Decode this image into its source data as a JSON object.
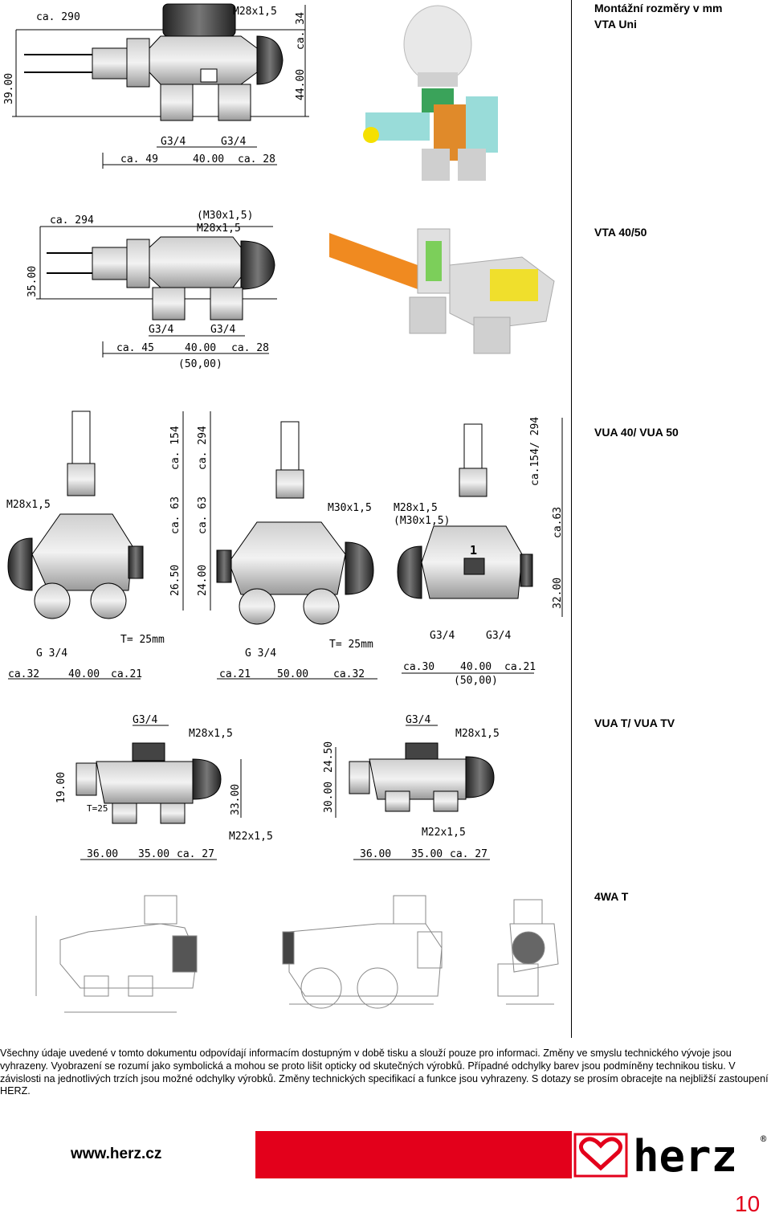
{
  "labels": {
    "vta_uni_line1": "Montážní rozměry v mm",
    "vta_uni_line2": "VTA Uni",
    "vta_4050": "VTA 40/50",
    "vua_4050": "VUA 40/ VUA 50",
    "vua_t": "VUA T/ VUA TV",
    "wa4t": "4WA T"
  },
  "dims": {
    "vta_uni": {
      "ca290": "ca. 290",
      "m28": "M28x1,5",
      "ca34": "ca. 34",
      "h39": "39.00",
      "h44": "44.00",
      "g34a": "G3/4",
      "g34b": "G3/4",
      "ca49": "ca. 49",
      "w40": "40.00",
      "ca28": "ca. 28"
    },
    "vta_4050": {
      "ca294": "ca. 294",
      "m30": "(M30x1,5)",
      "m28": "M28x1,5",
      "h35": "35.00",
      "g34a": "G3/4",
      "g34b": "G3/4",
      "ca45": "ca. 45",
      "w40": "40.00",
      "ca28": "ca. 28",
      "w50": "(50,00)"
    },
    "vua_4050": {
      "m28a": "M28x1,5",
      "ca154": "ca. 154",
      "ca63a": "ca. 63",
      "h2650": "26.50",
      "ca294": "ca. 294",
      "ca63b": "ca. 63",
      "h24": "24.00",
      "m30": "M30x1,5",
      "m28b": "M28x1,5",
      "m30b": "(M30x1,5)",
      "ca154_294": "ca.154/ 294",
      "ca63c": "ca.63",
      "h32": "32.00",
      "t25a": "T= 25mm",
      "g34a": "G 3/4",
      "ca32a": "ca.32",
      "w40a": "40.00",
      "ca21a": "ca.21",
      "g34b": "G 3/4",
      "t25b": "T= 25mm",
      "ca21b": "ca.21",
      "w50": "50.00",
      "ca32b": "ca.32",
      "g34c": "G3/4",
      "g34d": "G3/4",
      "ca30": "ca.30",
      "w40b": "40.00",
      "ca21c": "ca.21",
      "w50b": "(50,00)",
      "one": "1"
    },
    "vua_t": {
      "g34a": "G3/4",
      "m28a": "M28x1,5",
      "h19": "19.00",
      "t25": "T=25",
      "h33": "33.00",
      "m22a": "M22x1,5",
      "w36a": "36.00",
      "w35a": "35.00",
      "ca27a": "ca. 27",
      "h30": "30.00",
      "h2450": "24.50",
      "g34b": "G3/4",
      "m28b": "M28x1,5",
      "m22b": "M22x1,5",
      "w36b": "36.00",
      "w35b": "35.00",
      "ca27b": "ca. 27"
    }
  },
  "disclaimer": "Všechny údaje uvedené v tomto dokumentu odpovídají informacím dostupným v době tisku a slouží pouze pro informaci. Změny ve smyslu technického vývoje jsou vyhrazeny. Vyobrazení se rozumí jako symbolická a mohou se proto lišit opticky od skutečných výrobků. Případné odchylky barev jsou podmíněny technikou tisku. V závislosti na jednotlivých trzích jsou možné odchylky výrobků. Změny technických specifikací a funkce jsou vyhrazeny. S dotazy se prosím obracejte na nejbližší zastoupení HERZ.",
  "footer": {
    "url": "www.herz.cz",
    "brand": "herz",
    "registered": "®",
    "page": "10"
  },
  "colors": {
    "brand_red": "#e3001b"
  }
}
